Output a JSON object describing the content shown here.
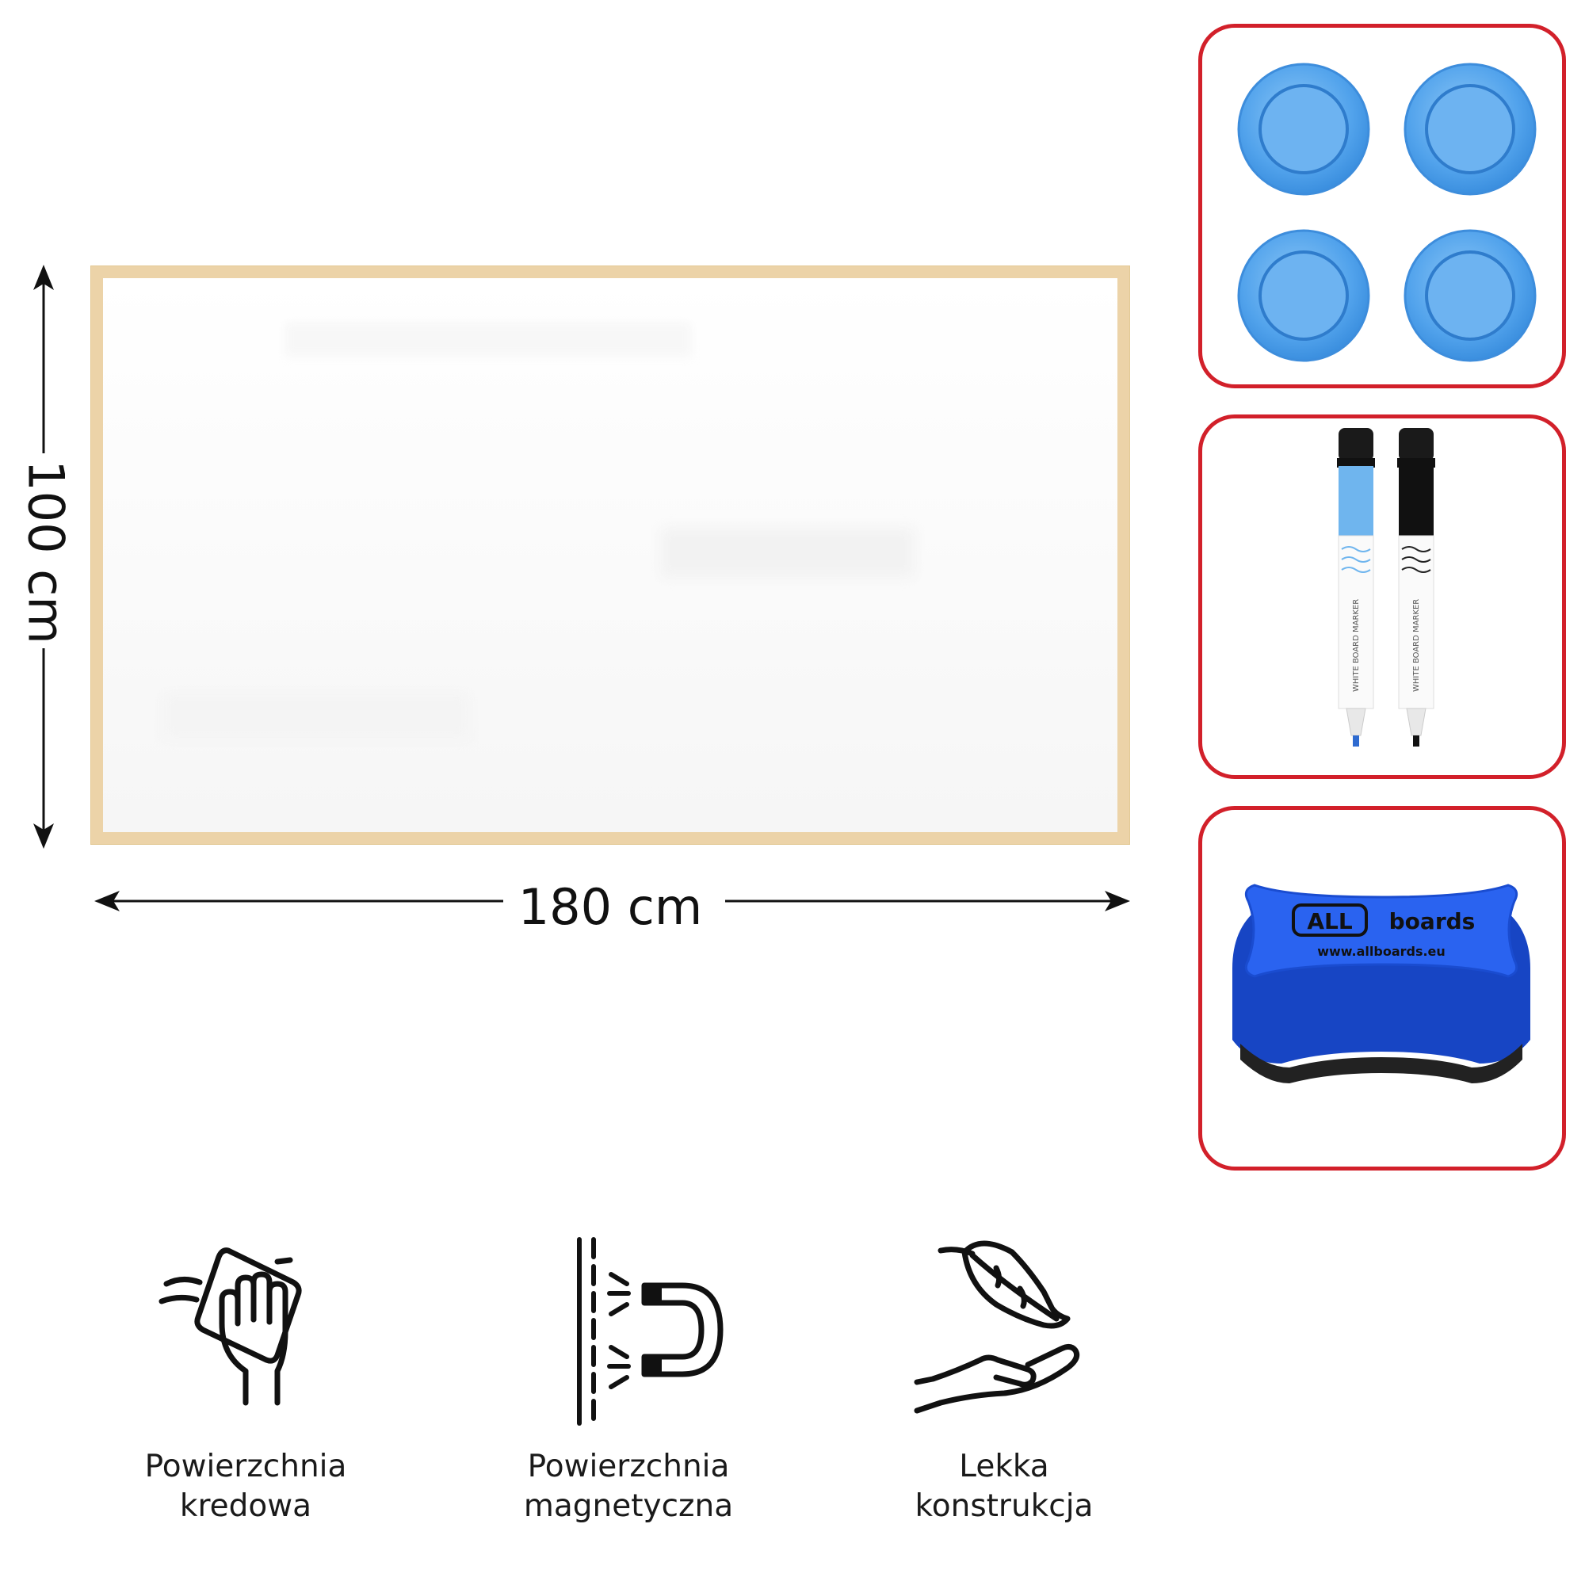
{
  "dimensions": {
    "width_label": "180 cm",
    "height_label": "100 cm"
  },
  "accessories": {
    "border_color": "#d2202a",
    "magnet_color": "#5aa9f0",
    "markers": {
      "text_line": "WHITE BOARD MARKER",
      "colors": [
        "#6fb5ee",
        "#111111"
      ]
    },
    "eraser": {
      "brand_all": "ALL",
      "brand_boards": "boards",
      "url": "www.allboards.eu",
      "color": "#1f5be6"
    }
  },
  "features": [
    {
      "icon": "wipe-hand-icon",
      "line1": "Powierzchnia",
      "line2": "kredowa"
    },
    {
      "icon": "magnet-icon",
      "line1": "Powierzchnia",
      "line2": "magnetyczna"
    },
    {
      "icon": "feather-hand-icon",
      "line1": "Lekka",
      "line2": "konstrukcja"
    }
  ]
}
